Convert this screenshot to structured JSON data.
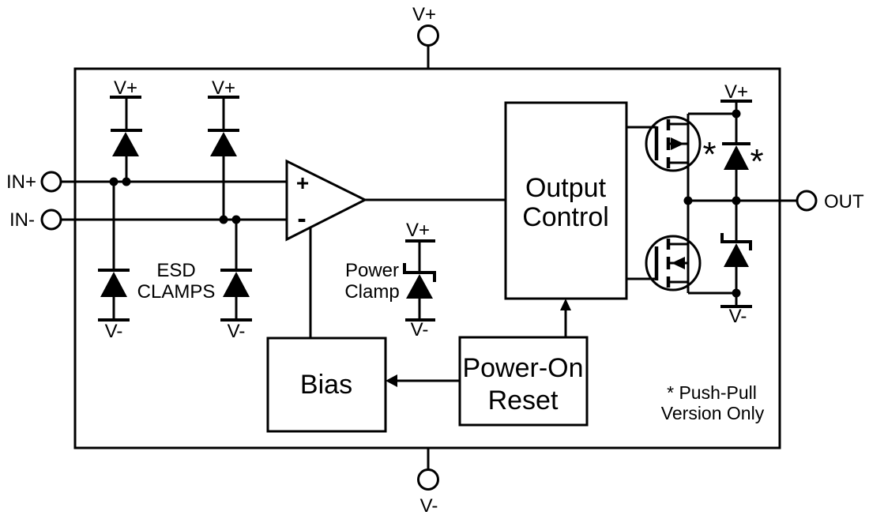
{
  "colors": {
    "ink": "#000000",
    "background": "#ffffff"
  },
  "terminals": {
    "top_supply": "V+",
    "bottom_supply": "V-",
    "in_plus": "IN+",
    "in_minus": "IN-",
    "out": "OUT"
  },
  "rails": {
    "esd1_top": "V+",
    "esd2_top": "V+",
    "esd1_bottom": "V-",
    "esd2_bottom": "V-",
    "power_clamp_top": "V+",
    "power_clamp_bottom": "V-",
    "output_stage_top": "V+",
    "output_stage_bottom": "V-"
  },
  "comparator": {
    "noninverting": "+",
    "inverting": "-"
  },
  "blocks": {
    "output_control_line1": "Output",
    "output_control_line2": "Control",
    "bias": "Bias",
    "por_line1": "Power-On",
    "por_line2": "Reset"
  },
  "annotations": {
    "esd_line1": "ESD",
    "esd_line2": "CLAMPS",
    "power_clamp_line1": "Power",
    "power_clamp_line2": "Clamp",
    "mosfet_asterisk": "*",
    "diode_asterisk": "*",
    "note_line1": "* Push-Pull",
    "note_line2": "Version Only"
  }
}
